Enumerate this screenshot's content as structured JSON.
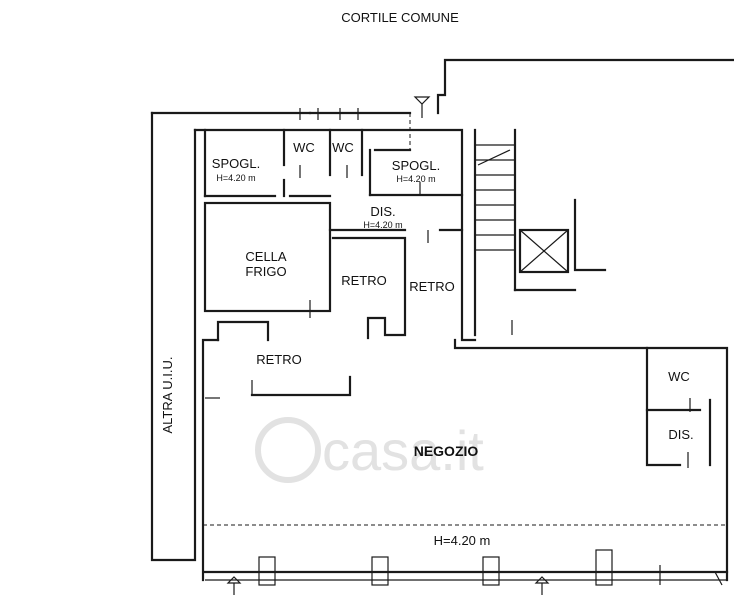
{
  "labels": {
    "courtyard": "CORTILE COMUNE",
    "other_unit": "ALTRA U.I.U.",
    "changing_left": "SPOGL.",
    "changing_left_height": "H=4.20 m",
    "wc_1": "WC",
    "wc_2": "WC",
    "changing_right": "SPOGL.",
    "changing_right_height": "H=4.20 m",
    "dis_top": "DIS.",
    "dis_top_height": "H=4.20 m",
    "cold_room_line1": "CELLA",
    "cold_room_line2": "FRIGO",
    "retro_1": "RETRO",
    "retro_2": "RETRO",
    "retro_3": "RETRO",
    "shop": "NEGOZIO",
    "wc_right": "WC",
    "dis_right": "DIS.",
    "shop_height": "H=4.20 m"
  },
  "watermark": "casa.it",
  "colors": {
    "lines": "#1a1a1a",
    "watermark": "#e2e2e2"
  }
}
